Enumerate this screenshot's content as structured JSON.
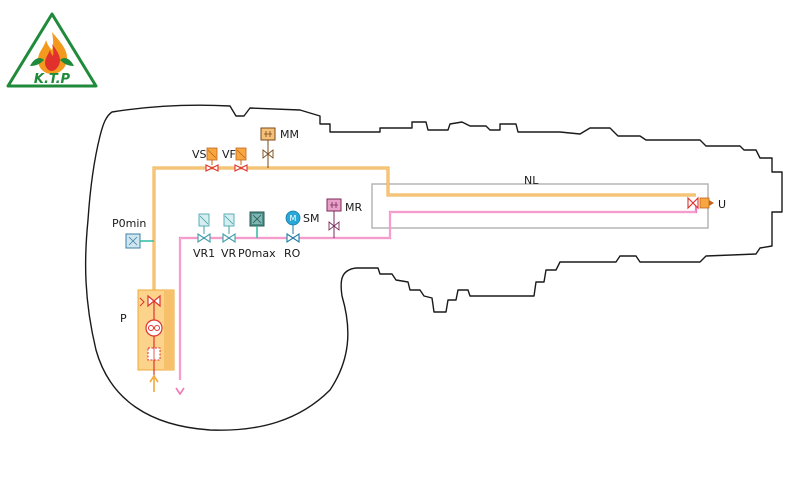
{
  "logo": {
    "text": "K.T.P"
  },
  "labels": {
    "vs": "VS",
    "vf": "VF",
    "mm": "MM",
    "p0min": "P0min",
    "sm": "SM",
    "mr": "MR",
    "nl": "NL",
    "u": "U",
    "vr1": "VR1",
    "vr": "VR",
    "p0max": "P0max",
    "ro": "RO",
    "p": "P"
  },
  "colors": {
    "supply_line": "#f2a93b",
    "return_line": "#f07ab8",
    "outline": "#1a1a1a",
    "lance": "#b0b0b0",
    "pump_fill": "#fbd38a",
    "logo_green": "#1f8a3a",
    "flame_red": "#e0312c",
    "flame_orange": "#f39a1e"
  }
}
